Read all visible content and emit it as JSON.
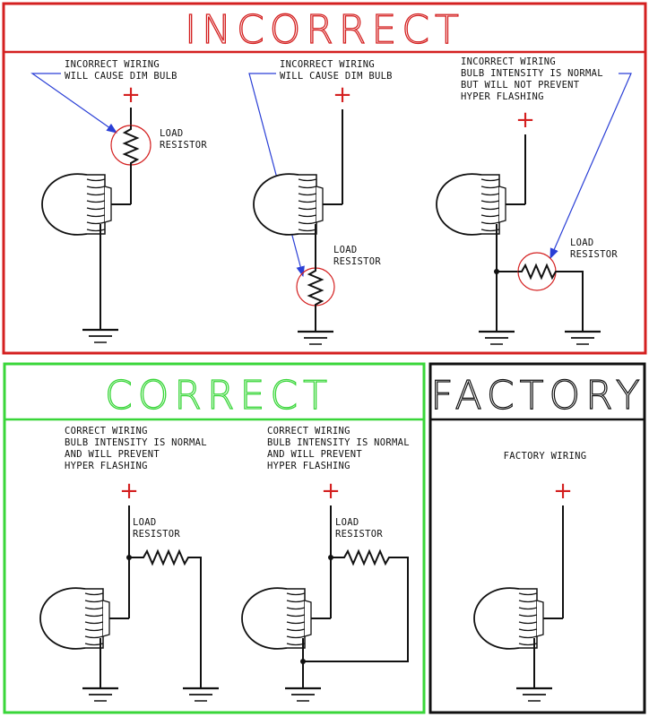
{
  "colors": {
    "incorrect": "#d42020",
    "correct": "#39d639",
    "factory": "#111111",
    "plus": "#d42020",
    "arrow": "#2a3fd6"
  },
  "titles": {
    "incorrect": "INCORRECT",
    "correct": "CORRECT",
    "factory": "FACTORY"
  },
  "plus_symbol": "+",
  "load_resistor": [
    "LOAD",
    "RESISTOR"
  ],
  "incorrect": {
    "d1": {
      "note": [
        "INCORRECT WIRING",
        "WILL CAUSE DIM BULB"
      ]
    },
    "d2": {
      "note": [
        "INCORRECT WIRING",
        "WILL CAUSE DIM BULB"
      ]
    },
    "d3": {
      "note": [
        "INCORRECT WIRING",
        "BULB INTENSITY IS NORMAL",
        "BUT WILL NOT PREVENT",
        "HYPER FLASHING"
      ]
    }
  },
  "correct": {
    "d1": {
      "note": [
        "CORRECT WIRING",
        "BULB INTENSITY IS NORMAL",
        "AND WILL PREVENT",
        "HYPER FLASHING"
      ]
    },
    "d2": {
      "note": [
        "CORRECT WIRING",
        "BULB INTENSITY IS NORMAL",
        "AND WILL PREVENT",
        "HYPER FLASHING"
      ]
    }
  },
  "factory": {
    "note": [
      "FACTORY WIRING"
    ]
  }
}
